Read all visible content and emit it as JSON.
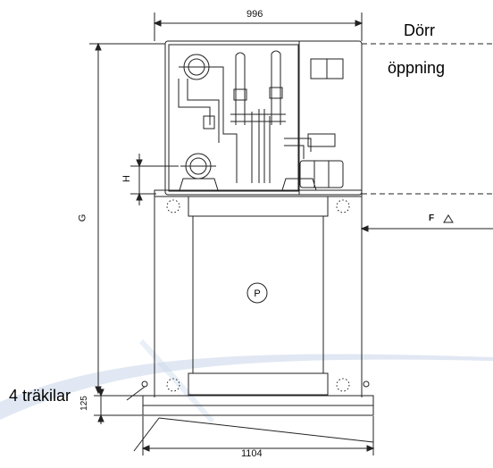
{
  "dimensions": {
    "top_width": "996",
    "bottom_width": "1104",
    "height_g": "G",
    "height_h": "H",
    "bottom_height": "125",
    "side_f": "F"
  },
  "labels": {
    "door_line1": "Dörr",
    "door_line2": "öppning",
    "wedges": "4 träkilar",
    "pump_symbol": "P"
  },
  "colors": {
    "line": "#222222",
    "watermark": "#c9d6ea"
  }
}
